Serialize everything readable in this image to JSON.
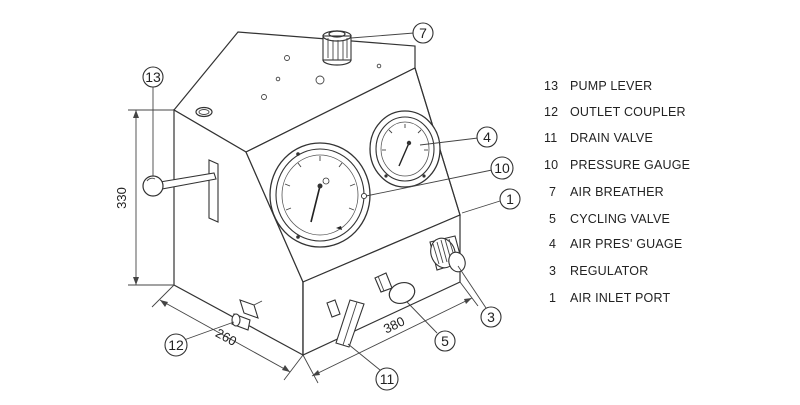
{
  "dimensions": {
    "height": "330",
    "depth": "260",
    "width": "380"
  },
  "callouts": {
    "c13": "13",
    "c7": "7",
    "c4": "4",
    "c10": "10",
    "c1": "1",
    "c3": "3",
    "c5": "5",
    "c11": "11",
    "c12": "12"
  },
  "legend": [
    {
      "num": "13",
      "label": "PUMP LEVER"
    },
    {
      "num": "12",
      "label": "OUTLET COUPLER"
    },
    {
      "num": "11",
      "label": "DRAIN VALVE"
    },
    {
      "num": "10",
      "label": "PRESSURE GAUGE"
    },
    {
      "num": "7",
      "label": "AIR BREATHER"
    },
    {
      "num": "5",
      "label": "CYCLING VALVE"
    },
    {
      "num": "4",
      "label": "AIR PRES' GUAGE"
    },
    {
      "num": "3",
      "label": "REGULATOR"
    },
    {
      "num": "1",
      "label": "AIR INLET PORT"
    }
  ]
}
